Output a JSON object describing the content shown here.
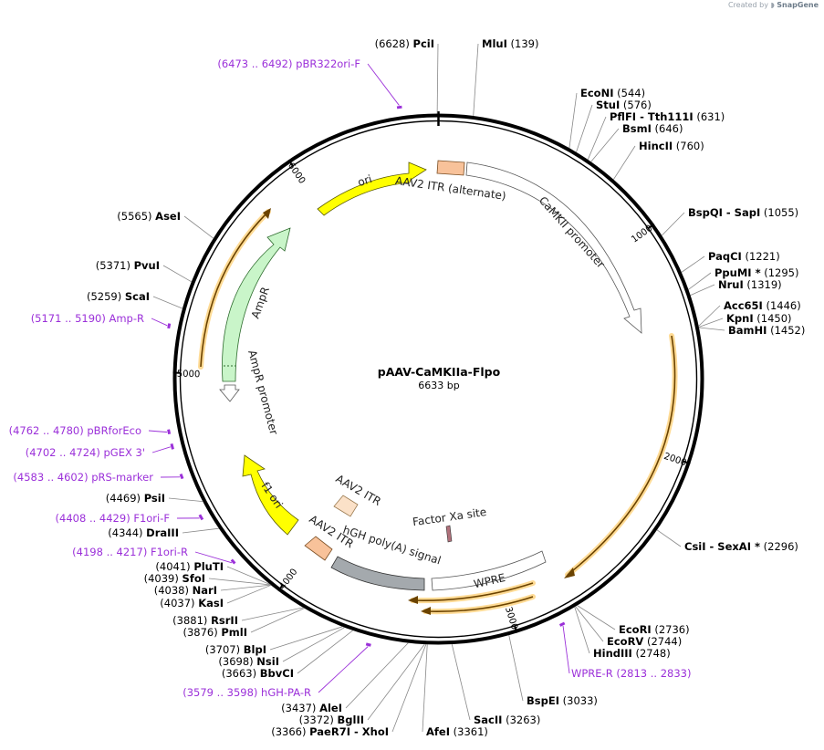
{
  "watermark": {
    "created_by": "Created by",
    "brand": "SnapGene"
  },
  "plasmid": {
    "name": "pAAV-CaMKIIa-Flpo",
    "length": "6633 bp",
    "bp": 6633
  },
  "ticks": [
    {
      "bp": 1000,
      "label": "1000"
    },
    {
      "bp": 2000,
      "label": "2000"
    },
    {
      "bp": 3000,
      "label": "3000"
    },
    {
      "bp": 4000,
      "label": "4000"
    },
    {
      "bp": 5000,
      "label": "5000"
    },
    {
      "bp": 6000,
      "label": "6000"
    }
  ],
  "sites": [
    {
      "name": "PciI",
      "pos": "(6628)",
      "bp": 6628,
      "side": "left"
    },
    {
      "name": "MluI",
      "pos": "(139)",
      "bp": 139,
      "side": "right"
    },
    {
      "name": "EcoNI",
      "pos": "(544)",
      "bp": 544,
      "side": "right"
    },
    {
      "name": "StuI",
      "pos": "(576)",
      "bp": 576,
      "side": "right"
    },
    {
      "name": "PflFI",
      "extra": "-  Tth111I",
      "pos": "(631)",
      "bp": 631,
      "side": "right"
    },
    {
      "name": "BsmI",
      "pos": "(646)",
      "bp": 646,
      "side": "right"
    },
    {
      "name": "HincII",
      "pos": "(760)",
      "bp": 760,
      "side": "right"
    },
    {
      "name": "BspQI",
      "extra": "-  SapI",
      "pos": "(1055)",
      "bp": 1055,
      "side": "right"
    },
    {
      "name": "PaqCI",
      "pos": "(1221)",
      "bp": 1221,
      "side": "right"
    },
    {
      "name": "PpuMI *",
      "pos": "(1295)",
      "bp": 1295,
      "side": "right"
    },
    {
      "name": "NruI",
      "pos": "(1319)",
      "bp": 1319,
      "side": "right"
    },
    {
      "name": "Acc65I",
      "pos": "(1446)",
      "bp": 1446,
      "side": "right"
    },
    {
      "name": "KpnI",
      "pos": "(1450)",
      "bp": 1450,
      "side": "right"
    },
    {
      "name": "BamHI",
      "pos": "(1452)",
      "bp": 1452,
      "side": "right"
    },
    {
      "name": "CsiI",
      "extra": "-  SexAI *",
      "pos": "(2296)",
      "bp": 2296,
      "side": "right"
    },
    {
      "name": "EcoRI",
      "pos": "(2736)",
      "bp": 2736,
      "side": "right"
    },
    {
      "name": "EcoRV",
      "pos": "(2744)",
      "bp": 2744,
      "side": "right"
    },
    {
      "name": "HindIII",
      "pos": "(2748)",
      "bp": 2748,
      "side": "right"
    },
    {
      "name": "BspEI",
      "pos": "(3033)",
      "bp": 3033,
      "side": "right"
    },
    {
      "name": "SacII",
      "pos": "(3263)",
      "bp": 3263,
      "side": "right"
    },
    {
      "name": "AfeI",
      "pos": "(3361)",
      "bp": 3361,
      "side": "right"
    },
    {
      "name": "PaeR7I",
      "extra": "-  XhoI",
      "pos": "(3366)",
      "bp": 3366,
      "side": "left"
    },
    {
      "name": "BglII",
      "pos": "(3372)",
      "bp": 3372,
      "side": "left"
    },
    {
      "name": "AleI",
      "pos": "(3437)",
      "bp": 3437,
      "side": "left"
    },
    {
      "name": "BbvCI",
      "pos": "(3663)",
      "bp": 3663,
      "side": "left"
    },
    {
      "name": "NsiI",
      "pos": "(3698)",
      "bp": 3698,
      "side": "left"
    },
    {
      "name": "BlpI",
      "pos": "(3707)",
      "bp": 3707,
      "side": "left"
    },
    {
      "name": "PmlI",
      "pos": "(3876)",
      "bp": 3876,
      "side": "left"
    },
    {
      "name": "RsrII",
      "pos": "(3881)",
      "bp": 3881,
      "side": "left"
    },
    {
      "name": "KasI",
      "pos": "(4037)",
      "bp": 4037,
      "side": "left"
    },
    {
      "name": "NarI",
      "pos": "(4038)",
      "bp": 4038,
      "side": "left"
    },
    {
      "name": "SfoI",
      "pos": "(4039)",
      "bp": 4039,
      "side": "left"
    },
    {
      "name": "PluTI",
      "pos": "(4041)",
      "bp": 4041,
      "side": "left"
    },
    {
      "name": "DraIII",
      "pos": "(4344)",
      "bp": 4344,
      "side": "left"
    },
    {
      "name": "PsiI",
      "pos": "(4469)",
      "bp": 4469,
      "side": "left"
    },
    {
      "name": "ScaI",
      "pos": "(5259)",
      "bp": 5259,
      "side": "left"
    },
    {
      "name": "PvuI",
      "pos": "(5371)",
      "bp": 5371,
      "side": "left"
    },
    {
      "name": "AseI",
      "pos": "(5565)",
      "bp": 5565,
      "side": "left"
    }
  ],
  "primers": [
    {
      "range": "(6473 .. 6492)",
      "name": "pBR322ori-F",
      "start": 6473,
      "end": 6492
    },
    {
      "range": "(5171 .. 5190)",
      "name": "Amp-R",
      "start": 5171,
      "end": 5190
    },
    {
      "range": "(4762 .. 4780)",
      "name": "pBRforEco",
      "start": 4762,
      "end": 4780
    },
    {
      "range": "(4702 .. 4724)",
      "name": "pGEX 3'",
      "start": 4702,
      "end": 4724
    },
    {
      "range": "(4583 .. 4602)",
      "name": "pRS-marker",
      "start": 4583,
      "end": 4602
    },
    {
      "range": "(4408 .. 4429)",
      "name": "F1ori-F",
      "start": 4408,
      "end": 4429
    },
    {
      "range": "(4198 .. 4217)",
      "name": "F1ori-R",
      "start": 4198,
      "end": 4217
    },
    {
      "range": "(3579 .. 3598)",
      "name": "hGH-PA-R",
      "start": 3579,
      "end": 3598
    },
    {
      "range": "(2813 .. 2833)",
      "name": "WPRE-R",
      "start": 2813,
      "end": 2833
    }
  ],
  "features": [
    {
      "label": "ori",
      "color": "#ffff00"
    },
    {
      "label": "AAV2 ITR (alternate)",
      "color": "#f8c29a"
    },
    {
      "label": "CaMKII promoter",
      "color": "#ffffff"
    },
    {
      "label": "AmpR",
      "color": "#c9f5c9"
    },
    {
      "label": "AmpR promoter",
      "color": "#ffffff"
    },
    {
      "label": "f1 ori",
      "color": "#ffff00"
    },
    {
      "label": "AAV2 ITR",
      "color": "#f8c29a"
    },
    {
      "label": "AAV2 ITR",
      "color": "#fbe1c8"
    },
    {
      "label": "hGH poly(A) signal",
      "color": "#a4a9ad"
    },
    {
      "label": "Factor Xa site",
      "color": "#b0707a"
    },
    {
      "label": "WPRE",
      "color": "#ffffff"
    }
  ],
  "colors": {
    "primer": "#9b30d9",
    "orf_fill": "#ffe9b0",
    "orf_stroke": "#7a4d00",
    "backbone": "#000000"
  }
}
